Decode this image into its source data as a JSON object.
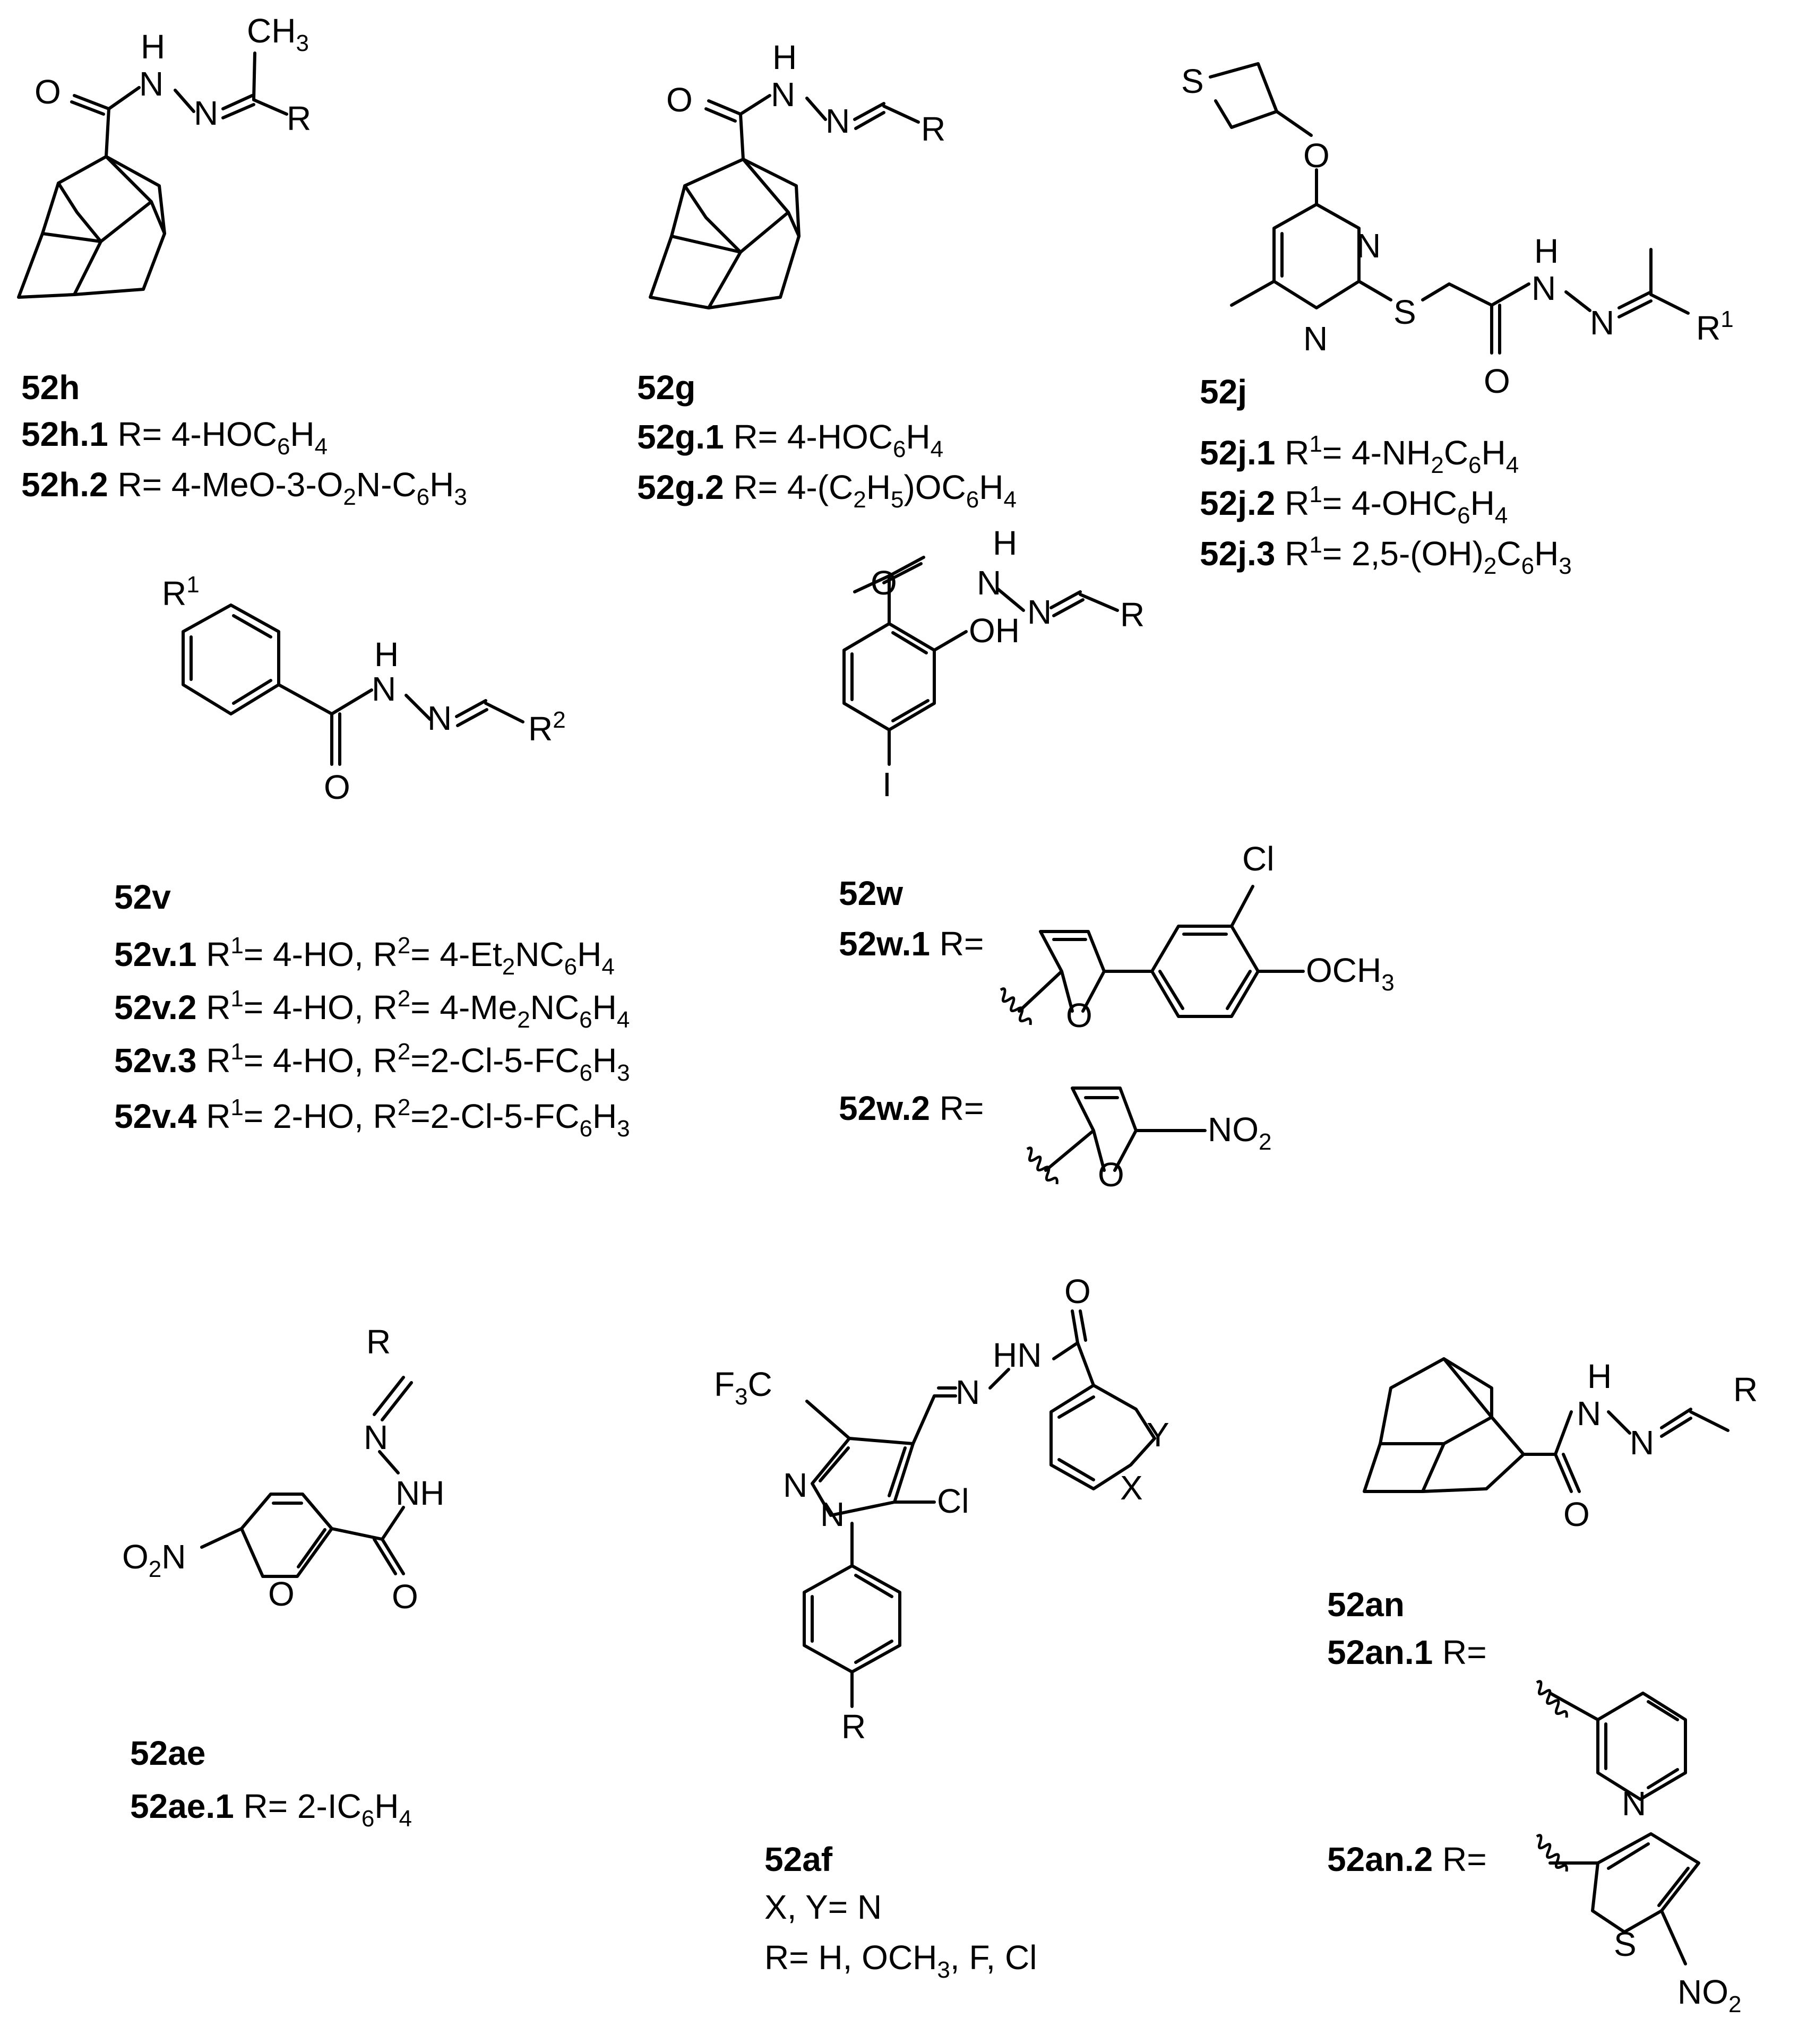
{
  "compounds": {
    "c52h": {
      "id": "52h",
      "atoms": {
        "o": "O",
        "h": "H",
        "n1": "N",
        "n2": "N",
        "ch3": "CH",
        "ch3_sub": "3",
        "r": "R"
      },
      "variants": [
        {
          "id": "52h.1",
          "parts": [
            " R= 4-HOC",
            "6",
            "H",
            "4"
          ]
        },
        {
          "id": "52h.2",
          "parts": [
            " R= 4-MeO-3-O",
            "2",
            "N-C",
            "6",
            "H",
            "3"
          ]
        }
      ]
    },
    "c52g": {
      "id": "52g",
      "atoms": {
        "o": "O",
        "h": "H",
        "n1": "N",
        "n2": "N",
        "r": "R"
      },
      "variants": [
        {
          "id": "52g.1",
          "parts": [
            " R= 4-HOC",
            "6",
            "H",
            "4"
          ]
        },
        {
          "id": "52g.2",
          "parts": [
            " R= 4-(C",
            "2",
            "H",
            "5",
            ")OC",
            "6",
            "H",
            "4"
          ]
        }
      ]
    },
    "c52j": {
      "id": "52j",
      "atoms": {
        "s_ring": "S",
        "o_ether": "O",
        "n_top": "N",
        "n_bot": "N",
        "s_link": "S",
        "o_carbonyl": "O",
        "h": "H",
        "n1": "N",
        "n2": "N",
        "r": "R",
        "r_sup": "1"
      },
      "variants": [
        {
          "id": "52j.1",
          "parts": [
            " R",
            "1",
            "= 4-NH",
            "2",
            "C",
            "6",
            "H",
            "4"
          ]
        },
        {
          "id": "52j.2",
          "parts": [
            " R",
            "1",
            "= 4-OHC",
            "6",
            "H",
            "4"
          ]
        },
        {
          "id": "52j.3",
          "parts": [
            " R",
            "1",
            "= 2,5-(OH)",
            "2",
            "C",
            "6",
            "H",
            "3"
          ]
        }
      ]
    },
    "c52v": {
      "id": "52v",
      "atoms": {
        "r1": "R",
        "r1_sup": "1",
        "h": "H",
        "n1": "N",
        "n2": "N",
        "o": "O",
        "r2": "R",
        "r2_sup": "2"
      },
      "variants": [
        {
          "id": "52v.1",
          "parts": [
            " R",
            "1",
            "= 4-HO, R",
            "2",
            "= 4-Et",
            "2",
            "NC",
            "6",
            "H",
            "4"
          ]
        },
        {
          "id": "52v.2",
          "parts": [
            " R",
            "1",
            "= 4-HO, R",
            "2",
            "= 4-Me",
            "2",
            "NC",
            "6",
            "H",
            "4"
          ]
        },
        {
          "id": "52v.3",
          "parts": [
            " R",
            "1",
            "= 4-HO, R",
            "2",
            "=2-Cl-5-FC",
            "6",
            "H",
            "3"
          ]
        },
        {
          "id": "52v.4",
          "parts": [
            " R",
            "1",
            "= 2-HO, R",
            "2",
            "=2-Cl-5-FC",
            "6",
            "H",
            "3"
          ]
        }
      ]
    },
    "c52w": {
      "id": "52w",
      "atoms": {
        "o": "O",
        "h": "H",
        "n1": "N",
        "n2": "N",
        "r": "R",
        "oh": "OH",
        "i": "I"
      },
      "variants": [
        {
          "id": "52w.1",
          "label": " R=",
          "atoms": {
            "cl": "Cl",
            "och3": "OCH",
            "och3_sub": "3",
            "o_furan": "O"
          }
        },
        {
          "id": "52w.2",
          "label": " R=",
          "atoms": {
            "no2": "NO",
            "no2_sub": "2",
            "o_furan": "O"
          }
        }
      ]
    },
    "c52ae": {
      "id": "52ae",
      "atoms": {
        "r": "R",
        "n": "N",
        "nh": "NH",
        "o_furan": "O",
        "o_carbonyl": "O",
        "o2n": "O",
        "o2n_sub": "2",
        "o2n_n": "N"
      },
      "variants": [
        {
          "id": "52ae.1",
          "parts": [
            " R= 2-IC",
            "6",
            "H",
            "4"
          ]
        }
      ]
    },
    "c52af": {
      "id": "52af",
      "atoms": {
        "f3c": "F",
        "f3c_sub": "3",
        "f3c_c": "C",
        "n_imine": "N",
        "hn": "HN",
        "o": "O",
        "n_pyr1": "N",
        "n_pyr2": "N",
        "cl": "Cl",
        "x": "X",
        "y": "Y",
        "r": "R"
      },
      "lines": [
        {
          "parts": [
            "X, Y= N"
          ]
        },
        {
          "parts": [
            "R= H, OCH",
            "3",
            ", F,  Cl"
          ]
        }
      ]
    },
    "c52an": {
      "id": "52an",
      "atoms": {
        "h": "H",
        "n1": "N",
        "n2": "N",
        "r": "R",
        "o": "O"
      },
      "variants": [
        {
          "id": "52an.1",
          "label": " R=",
          "atoms": {
            "n_pyridine": "N"
          }
        },
        {
          "id": "52an.2",
          "label": " R=",
          "atoms": {
            "s": "S",
            "no2": "NO",
            "no2_sub": "2"
          }
        }
      ]
    }
  }
}
